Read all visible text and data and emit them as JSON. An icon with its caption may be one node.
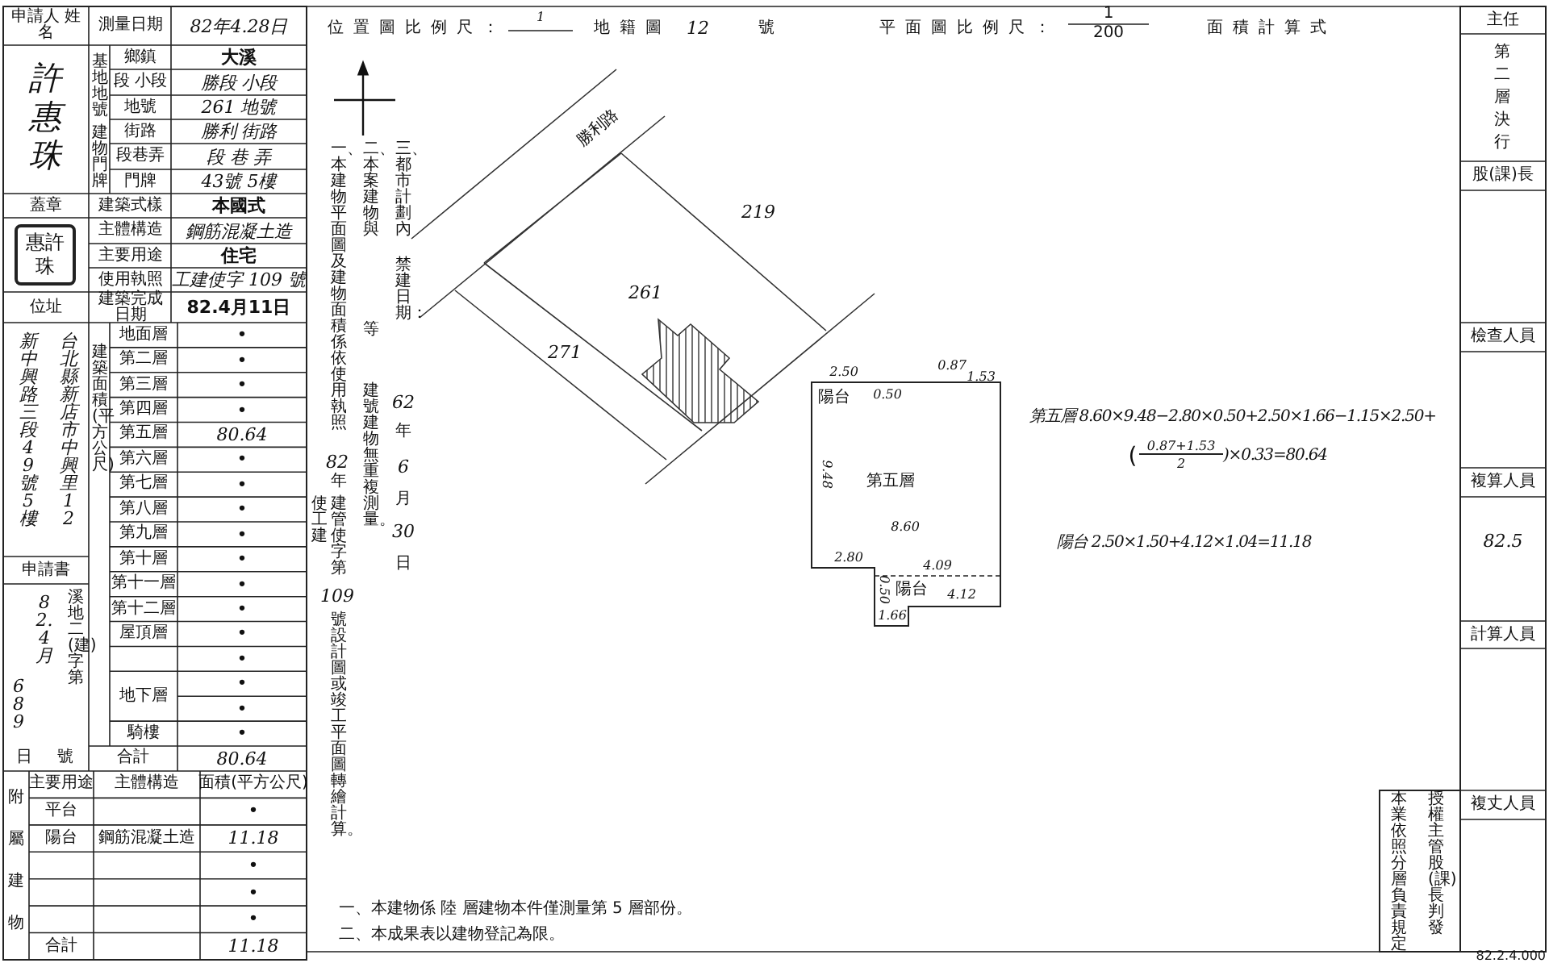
{
  "diagram": {
    "labels": [
      "申請人 姓名",
      "測量日期",
      "82年4.28日",
      "許惠珠",
      "基地地號",
      "鄉鎮",
      "大溪",
      "段 小段",
      "勝段 小段",
      "地號",
      "261 地號",
      "建物門牌",
      "街路",
      "勝利 街路",
      "段巷弄",
      "段 巷 弄",
      "門牌",
      "43號 5樓",
      "蓋章",
      "建築式樣",
      "本國式",
      "惠許珠",
      "主體構造",
      "鋼筋混凝土造",
      "主要用途",
      "住宅",
      "使用執照",
      "工建使字 109 號",
      "位址",
      "建築完成日期",
      "82.4月11日",
      "新中興路三段49號5樓",
      "台北縣新店市中興里12",
      "申請書",
      "82.4月",
      "溪地二(建)字第",
      "689",
      "日",
      "號",
      "建築面積(平方公尺)",
      "地面層",
      "•",
      "第二層",
      "•",
      "第三層",
      "•",
      "第四層",
      "•",
      "第五層",
      "80.64",
      "第六層",
      "•",
      "第七層",
      "•",
      "第八層",
      "•",
      "第九層",
      "•",
      "第十層",
      "•",
      "第十一層",
      "•",
      "第十二層",
      "•",
      "屋頂層",
      "•",
      "•",
      "地下層",
      "•",
      "•",
      "騎樓",
      "•",
      "合計",
      "80.64",
      "附屬建物",
      "主要用途",
      "主體構造",
      "面積(平方公尺)",
      "平台",
      "•",
      "陽台",
      "鋼筋混凝土造",
      "11.18",
      "•",
      "•",
      "•",
      "合計",
      "11.18",
      "主任",
      "第二層決行",
      "股(課)長",
      "檢查人員",
      "複算人員",
      "82.5",
      "計算人員",
      "複丈人員",
      "本業依照分層負責規定",
      "授權主管股(課)長判發",
      "82.2.4.000",
      "位置圖比例尺：",
      "1",
      "地籍圖",
      "12",
      "號",
      "平面圖比例尺：",
      "1",
      "200",
      "面積計算式",
      "一、本建物平面圖及建物面積係依使用執照",
      "82",
      "年",
      "使工建",
      "建管使字第",
      "109",
      "號設計圖或竣工平面圖轉繪計算。",
      "二、本案建物與",
      "等",
      "建號建物無重複測量。",
      "三、都市計劃內",
      "禁建日期：",
      "62",
      "年",
      "6",
      "月",
      "30",
      "日",
      "勝利路",
      "219",
      "261",
      "271",
      "2.50",
      "0.87",
      "1.53",
      "陽台",
      "0.50",
      "9.48",
      "第五層",
      "8.60",
      "2.80",
      "0.50",
      "4.09",
      "陽台",
      "4.12",
      "1.66",
      "第五層 8.60×9.48−2.80×0.50+2.50×1.66−1.15×2.50+",
      "(",
      "0.87+1.53",
      "2",
      ")×0.33=80.64",
      "陽台 2.50×1.50+4.12×1.04=11.18",
      "一、本建物係 陸 層建物本件僅測量第 5 層部份。",
      "二、本成果表以建物登記為限。"
    ]
  }
}
